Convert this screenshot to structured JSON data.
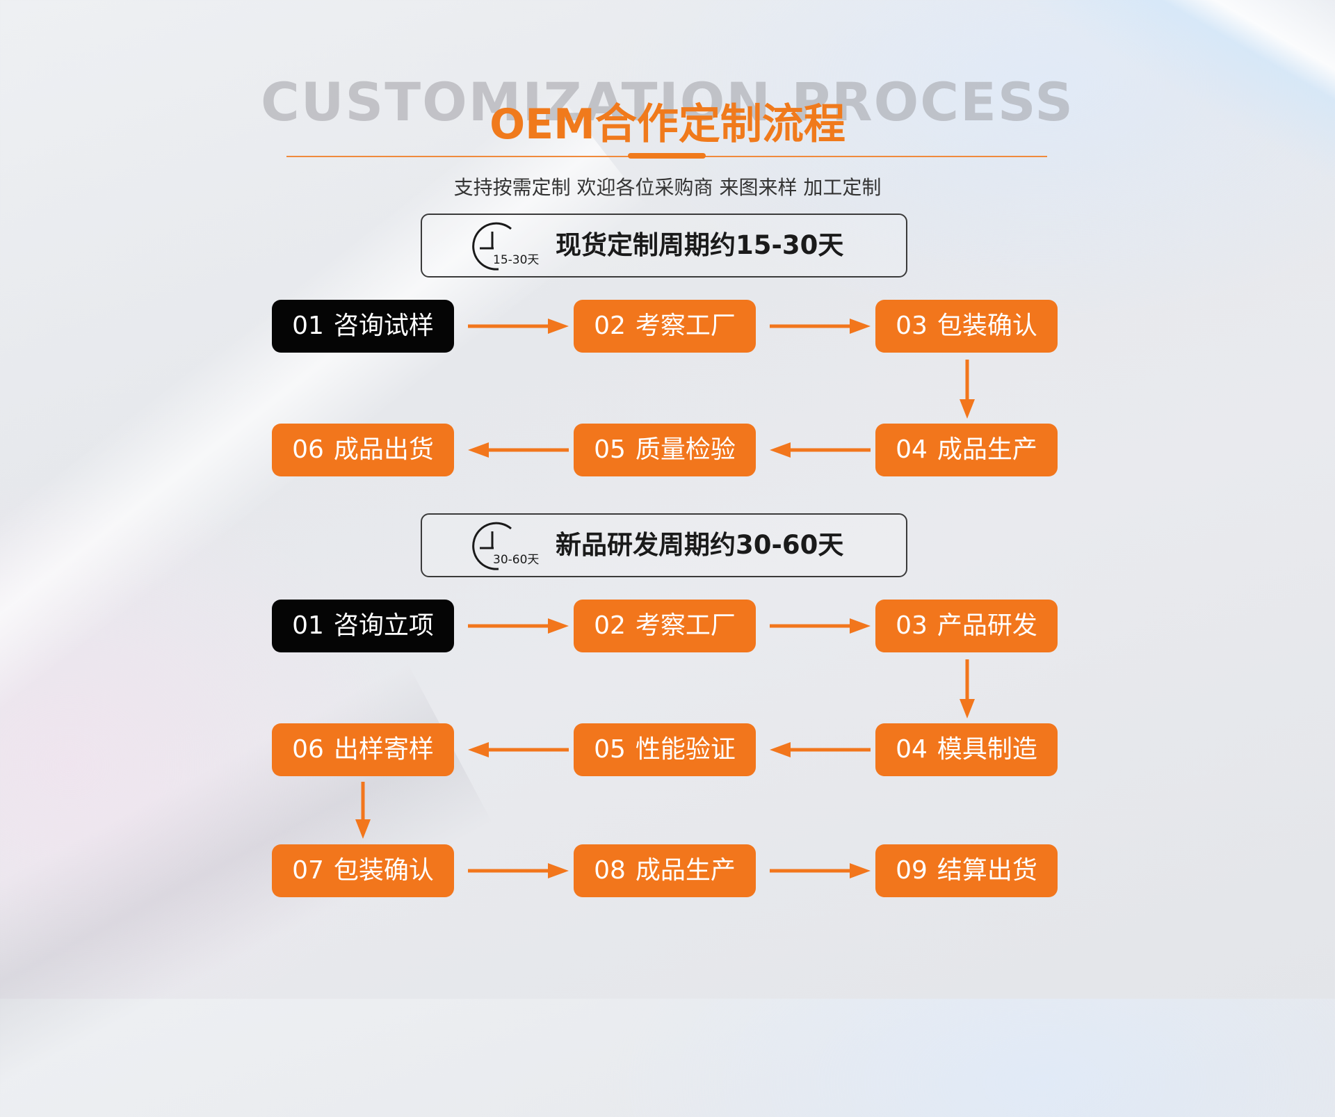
{
  "header": {
    "bg_title": "CUSTOMIZATION PROCESS",
    "title": "OEM合作定制流程",
    "subtitle": "支持按需定制 欢迎各位采购商 来图来样 加工定制"
  },
  "colors": {
    "accent": "#f2761c",
    "dark": "#050505"
  },
  "section1": {
    "icon_label": "15-30天",
    "period": "现货定制周期约15-30天",
    "steps": [
      {
        "num": "01",
        "label": "咨询试样"
      },
      {
        "num": "02",
        "label": "考察工厂"
      },
      {
        "num": "03",
        "label": "包装确认"
      },
      {
        "num": "04",
        "label": "成品生产"
      },
      {
        "num": "05",
        "label": "质量检验"
      },
      {
        "num": "06",
        "label": "成品出货"
      }
    ]
  },
  "section2": {
    "icon_label": "30-60天",
    "period": "新品研发周期约30-60天",
    "steps": [
      {
        "num": "01",
        "label": "咨询立项"
      },
      {
        "num": "02",
        "label": "考察工厂"
      },
      {
        "num": "03",
        "label": "产品研发"
      },
      {
        "num": "04",
        "label": "模具制造"
      },
      {
        "num": "05",
        "label": "性能验证"
      },
      {
        "num": "06",
        "label": "出样寄样"
      },
      {
        "num": "07",
        "label": "包装确认"
      },
      {
        "num": "08",
        "label": "成品生产"
      },
      {
        "num": "09",
        "label": "结算出货"
      }
    ]
  }
}
